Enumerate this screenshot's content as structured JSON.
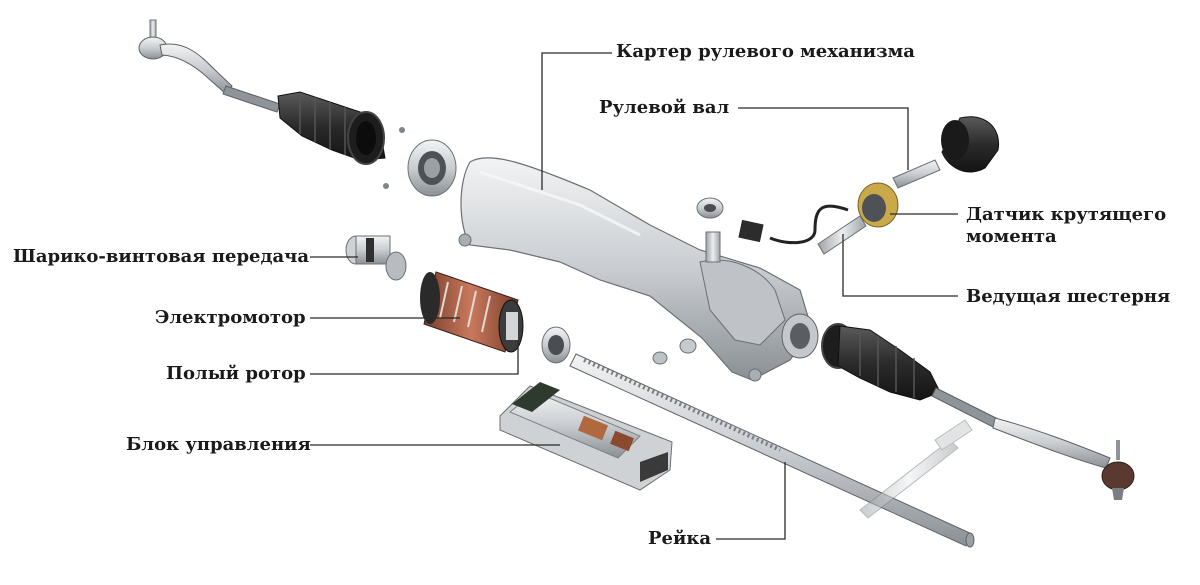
{
  "labels": {
    "housing": "Картер рулевого механизма",
    "steering_shaft": "Рулевой вал",
    "torque_sensor": "Датчик крутящего момента",
    "pinion": "Ведущая шестерня",
    "ball_screw": "Шарико-винтовая передача",
    "electric_motor": "Электромотор",
    "hollow_rotor": "Полый ротор",
    "control_unit": "Блок управления",
    "rack": "Рейка"
  },
  "colors": {
    "label_text": "#1a1a1a",
    "leader_line": "#2a2a2a",
    "metal_light": "#d9dcdf",
    "metal_dark": "#8e9499",
    "rubber": "#2b2b2b",
    "copper": "#b5654a",
    "pcb": "#2f3a2e"
  },
  "icons": {
    "housing": "aluminum-housing-shape",
    "boot": "rubber-bellows-shape",
    "tie_rod": "tie-rod-shape",
    "motor": "motor-cylinder-shape",
    "ecu": "control-unit-board-shape"
  }
}
